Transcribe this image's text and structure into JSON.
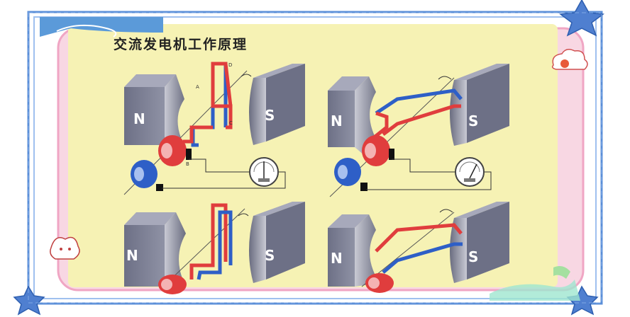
{
  "title": "交流发电机工作原理",
  "pole_north": "N",
  "pole_south": "S",
  "wire_labels": [
    "A",
    "B",
    "C",
    "D"
  ],
  "colors": {
    "frame_blue": "#5b8fd8",
    "frame_pink": "#f0a6c4",
    "panel_bg": "#f6f2b4",
    "magnet_face": "#7c7f93",
    "magnet_top": "#a7a9bb",
    "coil_red": "#e03d3d",
    "coil_blue": "#2e5fc7"
  },
  "decorations": [
    "star-icon",
    "cloud-icon",
    "bunny-icon",
    "leaf-icon"
  ]
}
